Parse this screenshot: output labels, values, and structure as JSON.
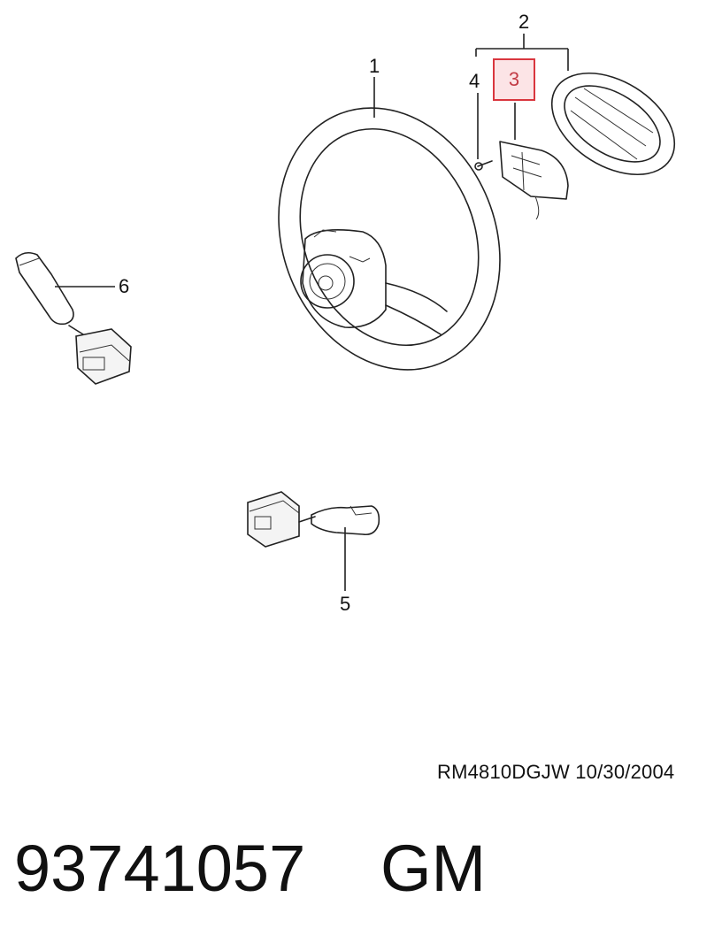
{
  "callouts": {
    "c1": "1",
    "c2": "2",
    "c3": "3",
    "c4": "4",
    "c5": "5",
    "c6": "6"
  },
  "reference": "RM4810DGJW  10/30/2004",
  "part_number": "93741057",
  "brand": "GM",
  "colors": {
    "highlight_border": "#d9363e",
    "highlight_fill": "#fce4e6"
  }
}
